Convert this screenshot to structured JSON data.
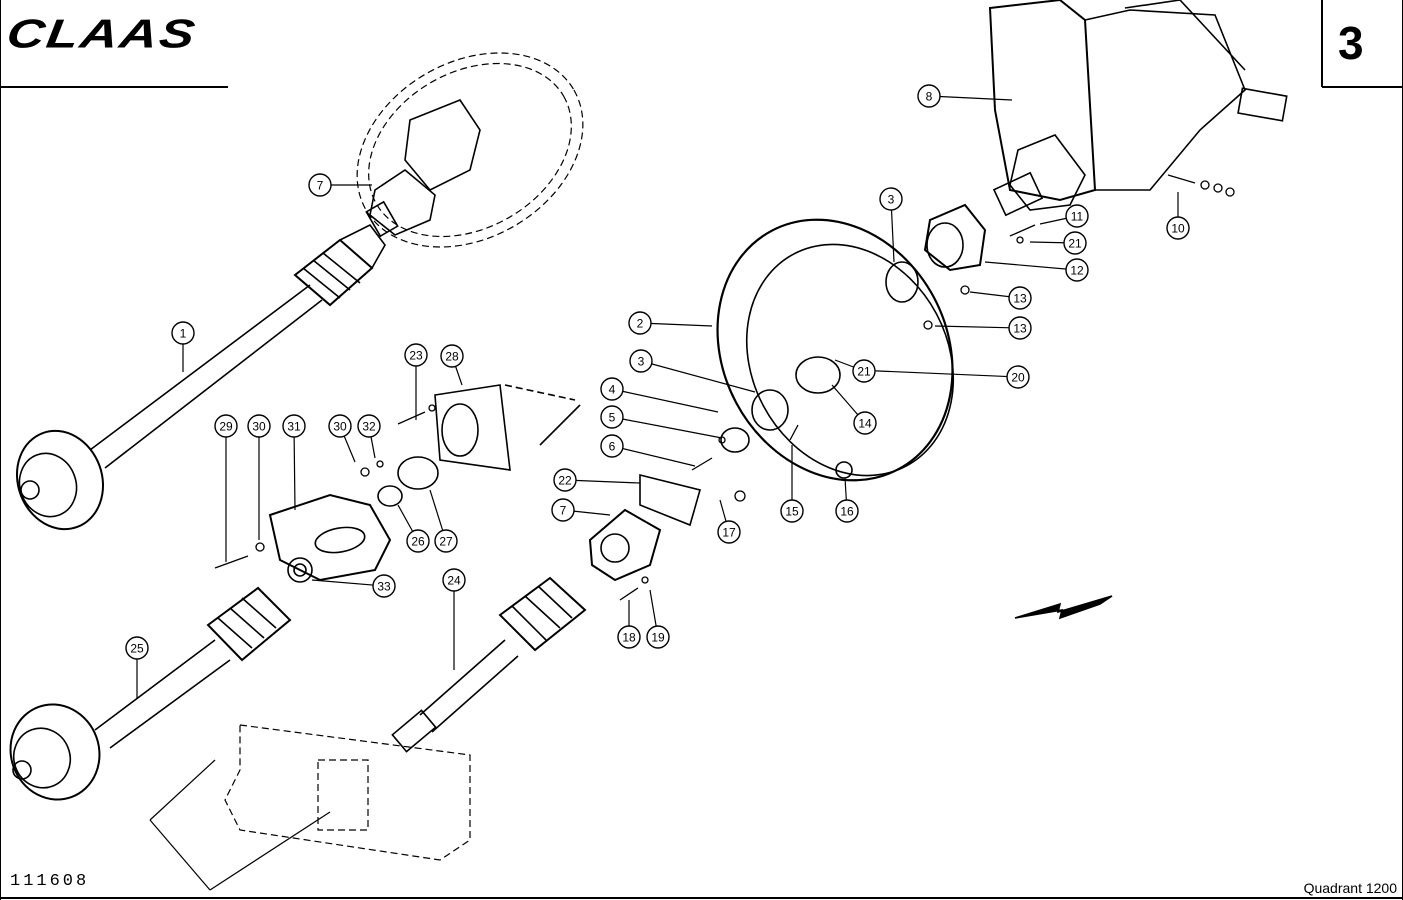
{
  "header": {
    "brand": "CLAAS",
    "page_number": "3"
  },
  "footer": {
    "drawing_number": "111608",
    "model": "Quadrant 1200"
  },
  "callouts": [
    {
      "label": "1"
    },
    {
      "label": "2"
    },
    {
      "label": "3"
    },
    {
      "label": "3"
    },
    {
      "label": "4"
    },
    {
      "label": "5"
    },
    {
      "label": "6"
    },
    {
      "label": "7"
    },
    {
      "label": "7"
    },
    {
      "label": "8"
    },
    {
      "label": "10"
    },
    {
      "label": "11"
    },
    {
      "label": "12"
    },
    {
      "label": "13"
    },
    {
      "label": "13"
    },
    {
      "label": "14"
    },
    {
      "label": "15"
    },
    {
      "label": "16"
    },
    {
      "label": "17"
    },
    {
      "label": "18"
    },
    {
      "label": "19"
    },
    {
      "label": "20"
    },
    {
      "label": "21"
    },
    {
      "label": "21"
    },
    {
      "label": "22"
    },
    {
      "label": "23"
    },
    {
      "label": "24"
    },
    {
      "label": "25"
    },
    {
      "label": "26"
    },
    {
      "label": "27"
    },
    {
      "label": "28"
    },
    {
      "label": "29"
    },
    {
      "label": "30"
    },
    {
      "label": "30"
    },
    {
      "label": "31"
    },
    {
      "label": "32"
    },
    {
      "label": "33"
    }
  ]
}
